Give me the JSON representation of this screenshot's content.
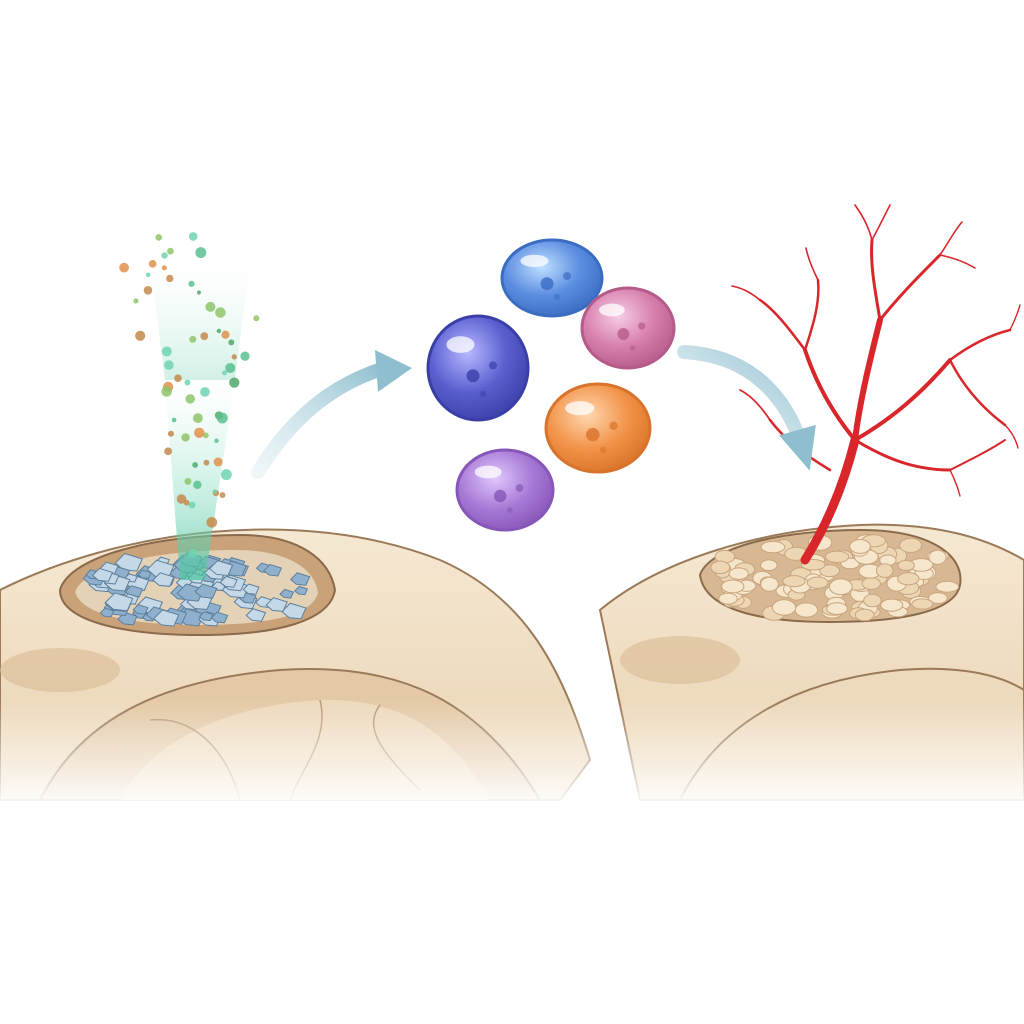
{
  "diagram": {
    "stages": [
      {
        "id": "left",
        "label": "",
        "kind": "bone-defect-with-granules"
      },
      {
        "id": "middle",
        "label": "",
        "kind": "cell-cluster"
      },
      {
        "id": "right",
        "label": "",
        "kind": "healed-bone-with-vessel"
      }
    ],
    "arrows": [
      {
        "from": "left",
        "to": "middle",
        "icon": "curved-arrow-icon"
      },
      {
        "from": "middle",
        "to": "right",
        "icon": "curved-arrow-icon"
      }
    ],
    "cells": [
      {
        "name": "cell-blue",
        "fill": "#5b8de0",
        "stroke": "#3a6cc2"
      },
      {
        "name": "cell-indigo",
        "fill": "#5a5fd0",
        "stroke": "#3a3fa8"
      },
      {
        "name": "cell-pink",
        "fill": "#d77fae",
        "stroke": "#b65a8a"
      },
      {
        "name": "cell-orange",
        "fill": "#f2944a",
        "stroke": "#d9722a"
      },
      {
        "name": "cell-violet",
        "fill": "#a87ad6",
        "stroke": "#8656b8"
      }
    ],
    "colors": {
      "bone": "#f1e2c8",
      "bone_edge": "#8a6a4a",
      "spray": "#6fd3b0",
      "granule": "#9fb8d0",
      "vessel": "#d9262b",
      "arrow": "#a9cbd6"
    }
  }
}
